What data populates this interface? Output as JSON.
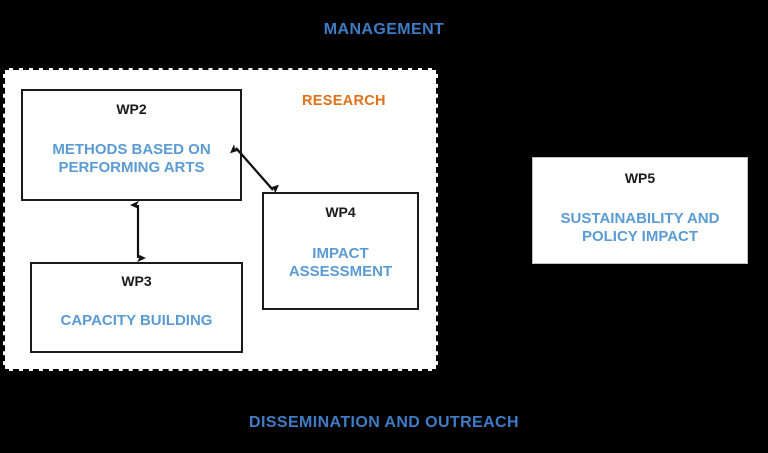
{
  "diagram": {
    "top_banner": "MANAGEMENT",
    "bottom_banner": "DISSEMINATION AND OUTREACH",
    "zone_label": "RESEARCH",
    "colors": {
      "banner_blue": "#3E7CC6",
      "box_title_blue": "#5B9BD5",
      "zone_label_orange": "#E3701A",
      "box_border": "#1A1A1A",
      "canvas_background": "#000000",
      "box_fill": "#FFFFFF"
    },
    "boxes": [
      {
        "code": "WP2",
        "title": "METHODS BASED ON\nPERFORMING ARTS"
      },
      {
        "code": "WP4",
        "title": "IMPACT\nASSESSMENT"
      },
      {
        "code": "WP3",
        "title": "CAPACITY BUILDING"
      },
      {
        "code": "WP5",
        "title": "SUSTAINABILITY AND\nPOLICY IMPACT"
      }
    ],
    "connectors": [
      {
        "from": "WP2",
        "to": "WP3",
        "style": "double-headed-vertical"
      },
      {
        "from": "WP2",
        "to": "WP4",
        "style": "double-headed-diagonal"
      }
    ]
  }
}
